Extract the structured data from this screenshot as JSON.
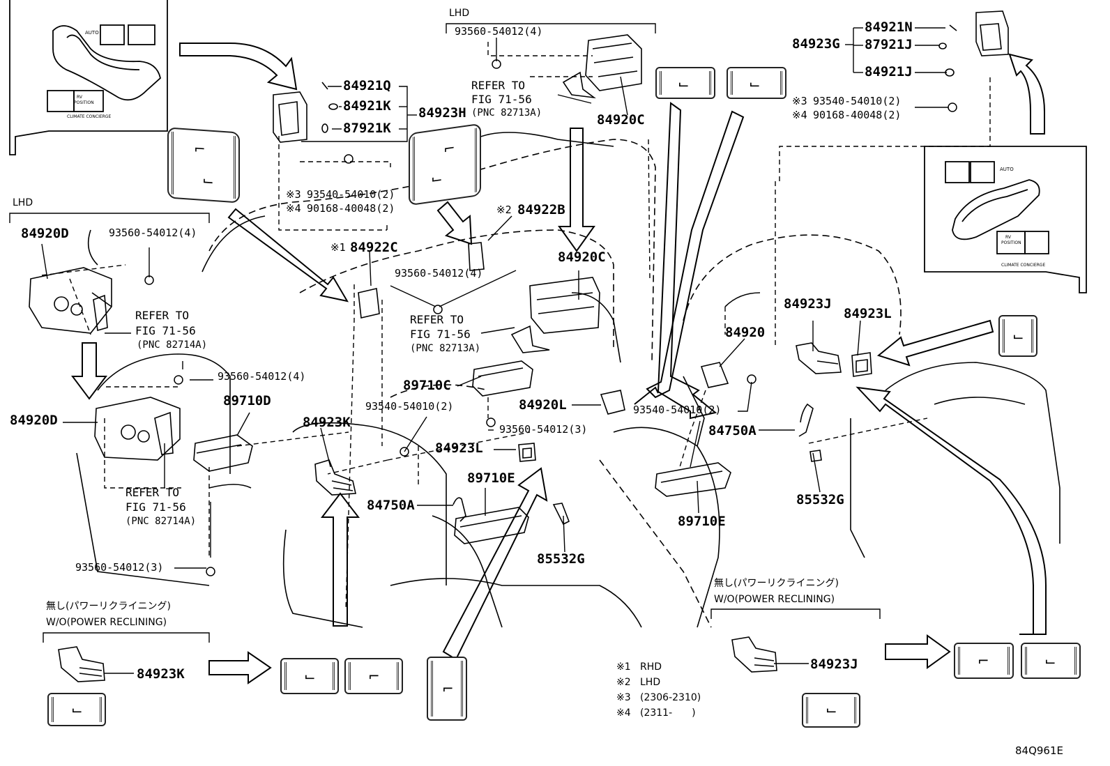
{
  "top_center": {
    "lhd": "LHD",
    "bolt": "93560-54012(4)",
    "refer_to": "REFER TO",
    "fig": "FIG 71-56",
    "pnc": "(PNC 82713A)",
    "part": "84920C"
  },
  "top_left_bracket": {
    "p1": "84921Q",
    "p2": "84921K",
    "p3": "87921K",
    "group": "84923H",
    "n3": "※3",
    "b3": "93540-54010(2)",
    "n4": "※4",
    "b4": "90168-40048(2)"
  },
  "top_right_bracket": {
    "p1": "84921N",
    "p2": "87921J",
    "p3": "84921J",
    "group": "84923G",
    "n3": "※3",
    "b3": "93540-54010(2)",
    "n4": "※4",
    "b4": "90168-40048(2)"
  },
  "left_group": {
    "lhd": "LHD",
    "part_upper": "84920D",
    "bolt_upper": "93560-54012(4)",
    "refer_to": "REFER TO",
    "fig": "FIG 71-56",
    "pnc": "(PNC 82714A)",
    "bolt_mid": "93560-54012(4)",
    "part_lower": "84920D",
    "ecu": "89710D",
    "refer_to2": "REFER TO",
    "fig2": "FIG 71-56",
    "pnc2": "(PNC 82714A)",
    "bolt_lower": "93560-54012(3)"
  },
  "center_group": {
    "n1": "※1",
    "p_84922c": "84922C",
    "n2": "※2",
    "p_84922b": "84922B",
    "bolt": "93560-54012(4)",
    "part_84920c": "84920C",
    "refer_to": "REFER TO",
    "fig": "FIG 71-56",
    "pnc": "(PNC 82713A)",
    "ecu": "89710C",
    "bolt_93540": "93540-54010(2)",
    "p_84923k": "84923K",
    "p_84920l": "84920L",
    "bolt_3": "93560-54012(3)",
    "p_84923l": "84923L",
    "ecu_e": "89710E",
    "harness": "84750A",
    "p_85532g": "85532G"
  },
  "right_group": {
    "p_84923j": "84923J",
    "p_84923l": "84923L",
    "p_84920": "84920",
    "bolt": "93540-54010(2)",
    "harness": "84750A",
    "p_85532g": "85532G",
    "ecu": "89710E"
  },
  "bottom_left": {
    "jp": "無し(パワーリクライニング)",
    "en": "W/O(POWER RECLINING)",
    "part": "84923K"
  },
  "bottom_right": {
    "jp": "無し(パワーリクライニング)",
    "en": "W/O(POWER RECLINING)",
    "part": "84923J"
  },
  "notes": [
    {
      "mark": "※1",
      "text": "RHD"
    },
    {
      "mark": "※2",
      "text": "LHD"
    },
    {
      "mark": "※3",
      "text": "(2306-2310)"
    },
    {
      "mark": "※4",
      "text": "(2311-　　)"
    }
  ],
  "panel_labels": {
    "auto": "AUTO",
    "rv": "RV",
    "position": "POSITION",
    "concierge": "CLIMATE CONCIERGE"
  },
  "diagram_code": "84Q961E",
  "colors": {
    "line": "#000000",
    "background": "#ffffff"
  }
}
